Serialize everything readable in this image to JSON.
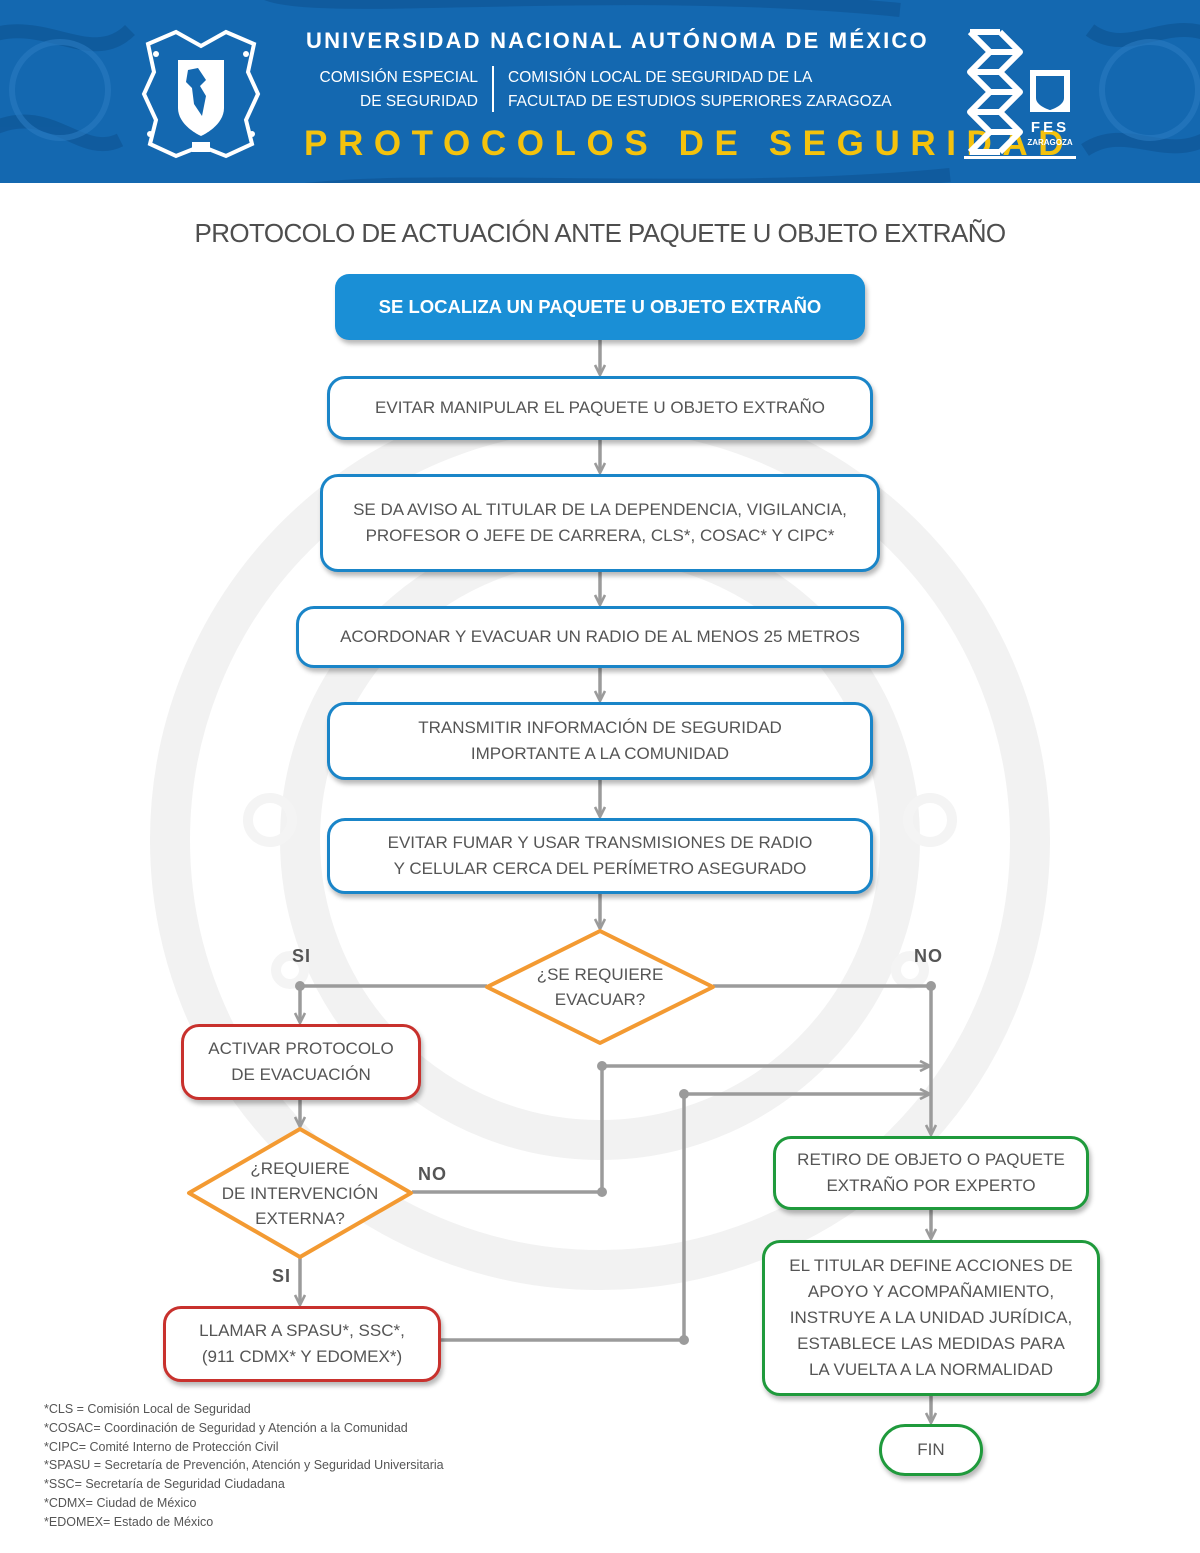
{
  "header": {
    "university": "UNIVERSIDAD NACIONAL AUTÓNOMA DE MÉXICO",
    "commission_left_line1": "COMISIÓN ESPECIAL",
    "commission_left_line2": "DE SEGURIDAD",
    "commission_right_line1": "COMISIÓN LOCAL DE SEGURIDAD DE LA",
    "commission_right_line2": "FACULTAD DE ESTUDIOS SUPERIORES ZARAGOZA",
    "protocols": "PROTOCOLOS DE SEGURIDAD",
    "logo_fes_text": "FES",
    "logo_zaragoza_text": "ZARAGOZA",
    "colors": {
      "background": "#1468b0",
      "accent": "#f4c20d"
    }
  },
  "title": "PROTOCOLO DE ACTUACIÓN ANTE PAQUETE U OBJETO EXTRAÑO",
  "flow": {
    "start": "SE LOCALIZA UN PAQUETE U OBJETO EXTRAÑO",
    "step1": "EVITAR MANIPULAR EL PAQUETE U OBJETO EXTRAÑO",
    "step2_line1": "SE DA AVISO AL TITULAR DE LA DEPENDENCIA, VIGILANCIA,",
    "step2_line2": "PROFESOR O JEFE DE CARRERA, CLS*, COSAC* Y CIPC*",
    "step3": "ACORDONAR Y EVACUAR UN RADIO DE AL MENOS 25 METROS",
    "step4_line1": "TRANSMITIR INFORMACIÓN DE SEGURIDAD",
    "step4_line2": "IMPORTANTE A LA COMUNIDAD",
    "step5_line1": "EVITAR FUMAR Y USAR TRANSMISIONES DE RADIO",
    "step5_line2": "Y CELULAR CERCA DEL PERÍMETRO ASEGURADO",
    "decision1_line1": "¿SE REQUIERE",
    "decision1_line2": "EVACUAR?",
    "label_si_1": "SI",
    "label_no_1": "NO",
    "evac_line1": "ACTIVAR PROTOCOLO",
    "evac_line2": "DE EVACUACIÓN",
    "decision2_line1": "¿REQUIERE",
    "decision2_line2": "DE INTERVENCIÓN",
    "decision2_line3": "EXTERNA?",
    "label_no_2": "NO",
    "label_si_2": "SI",
    "call_line1": "LLAMAR A SPASU*, SSC*,",
    "call_line2": "(911 CDMX* Y EDOMEX*)",
    "removal_line1": "RETIRO DE OBJETO O PAQUETE",
    "removal_line2": "EXTRAÑO POR EXPERTO",
    "titular_line1": "EL TITULAR DEFINE ACCIONES DE",
    "titular_line2": "APOYO Y ACOMPAÑAMIENTO,",
    "titular_line3": "INSTRUYE A LA UNIDAD JURÍDICA,",
    "titular_line4": "ESTABLECE LAS MEDIDAS PARA",
    "titular_line5": "LA VUELTA A LA NORMALIDAD",
    "end": "FIN"
  },
  "footnotes": [
    "*CLS = Comisión Local de Seguridad",
    "*COSAC= Coordinación de Seguridad y Atención a la Comunidad",
    "*CIPC= Comité Interno de Protección Civil",
    "*SPASU = Secretaría de Prevención, Atención y Seguridad Universitaria",
    "*SSC= Secretaría de Seguridad Ciudadana",
    "*CDMX= Ciudad de México",
    "*EDOMEX= Estado de México"
  ],
  "colors": {
    "blue": "#1a85c8",
    "orange": "#f39a32",
    "red": "#c8312d",
    "green": "#1f9a3c",
    "connector": "#9b9b9b",
    "text": "#555555"
  }
}
